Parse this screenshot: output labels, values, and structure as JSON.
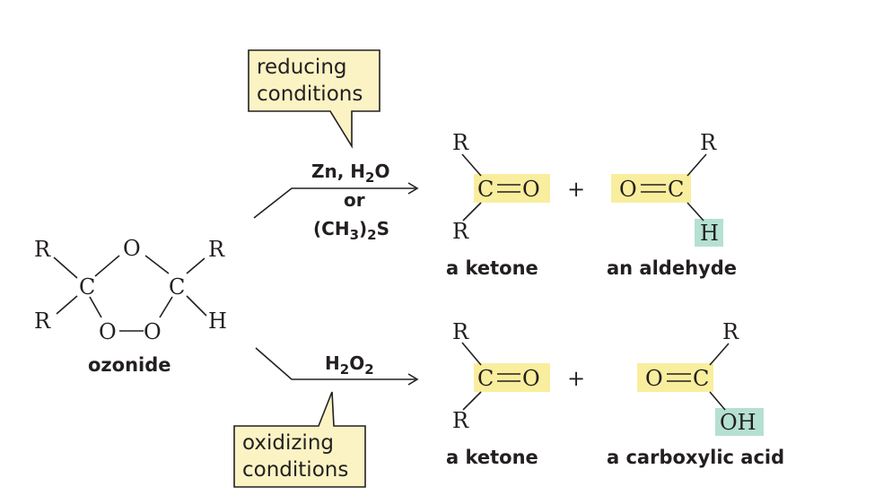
{
  "ozonide": {
    "label": "ozonide",
    "r_top_left": "R",
    "r_bottom_left": "R",
    "o_top": "O",
    "c_left": "C",
    "c_right": "C",
    "r_top_right": "R",
    "h_right": "H",
    "o_bottom_left": "O",
    "o_bottom_right": "O"
  },
  "reducing": {
    "callout_line1": "reducing",
    "callout_line2": "conditions",
    "reagent1_main": "Zn, H",
    "reagent1_sub": "2",
    "reagent1_end": "O",
    "or": "or",
    "reagent2_start": "(CH",
    "reagent2_sub1": "3",
    "reagent2_mid": ")",
    "reagent2_sub2": "2",
    "reagent2_end": "S",
    "ketone": {
      "r_top": "R",
      "r_bottom": "R",
      "carbon": "C",
      "oxygen": "O",
      "label": "a ketone"
    },
    "plus": "+",
    "aldehyde": {
      "oxygen": "O",
      "carbon": "C",
      "r_top": "R",
      "h": "H",
      "label": "an aldehyde"
    }
  },
  "oxidizing": {
    "callout_line1": "oxidizing",
    "callout_line2": "conditions",
    "reagent_main": "H",
    "reagent_sub1": "2",
    "reagent_mid": "O",
    "reagent_sub2": "2",
    "ketone": {
      "r_top": "R",
      "r_bottom": "R",
      "carbon": "C",
      "oxygen": "O",
      "label": "a ketone"
    },
    "plus": "+",
    "acid": {
      "oxygen": "O",
      "carbon": "C",
      "r_top": "R",
      "oh": "OH",
      "label": "a carboxylic acid"
    }
  },
  "colors": {
    "highlight_yellow": "#f9ee9d",
    "highlight_green": "#b5e0d2",
    "callout_fill": "#fbf3c4",
    "ink": "#231f20"
  }
}
